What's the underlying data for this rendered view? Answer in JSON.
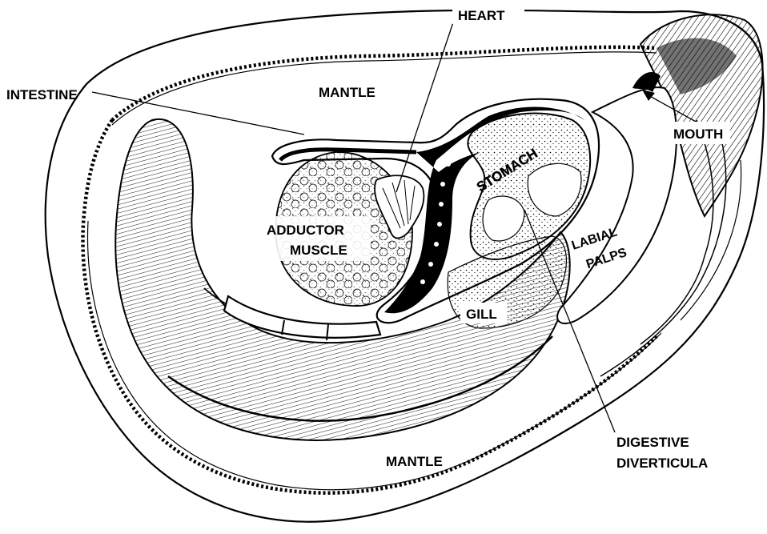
{
  "diagram": {
    "labels": {
      "heart": "HEART",
      "intestine": "INTESTINE",
      "mantle_top": "MANTLE",
      "mouth": "MOUTH",
      "stomach": "STOMACH",
      "adductor_line1": "ADDUCTOR",
      "adductor_line2": "MUSCLE",
      "labial_line1": "LABIAL",
      "labial_line2": "PALPS",
      "gill": "GILL",
      "mantle_bottom": "MANTLE",
      "digestive_line1": "DIGESTIVE",
      "digestive_line2": "DIVERTICULA"
    },
    "colors": {
      "ink": "#000000",
      "paper": "#ffffff"
    }
  }
}
